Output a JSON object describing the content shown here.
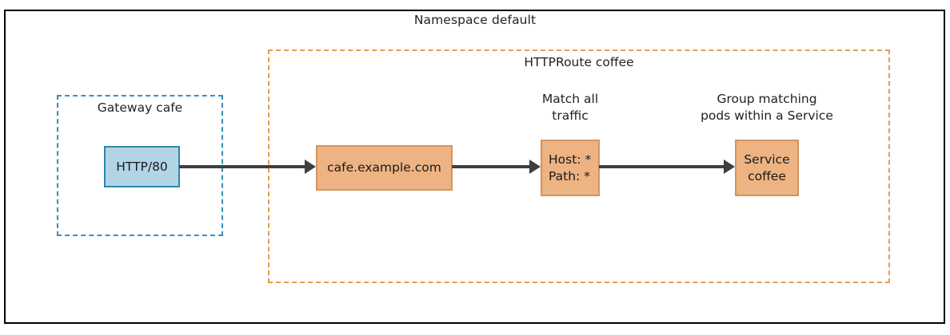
{
  "namespace": {
    "label": "Namespace default"
  },
  "httproute": {
    "label": "HTTPRoute coffee"
  },
  "gateway": {
    "label": "Gateway cafe",
    "listener": {
      "label": "HTTP/80"
    }
  },
  "nodes": {
    "hostname": {
      "label": "cafe.example.com"
    },
    "match": {
      "line1": "Host: *",
      "line2": "Path: *",
      "caption_line1": "Match all",
      "caption_line2": "traffic"
    },
    "service": {
      "line1": "Service",
      "line2": "coffee",
      "caption_line1": "Group matching",
      "caption_line2": "pods within a Service"
    }
  },
  "colors": {
    "frame_border": "#000000",
    "route_border": "#e2a04d",
    "gateway_border": "#3490b8",
    "listener_fill": "#b1d5e7",
    "listener_border": "#2f86ab",
    "node_fill": "#eeb382",
    "node_border": "#d4945c",
    "arrow": "#3f3f3f",
    "text": "#222222"
  }
}
